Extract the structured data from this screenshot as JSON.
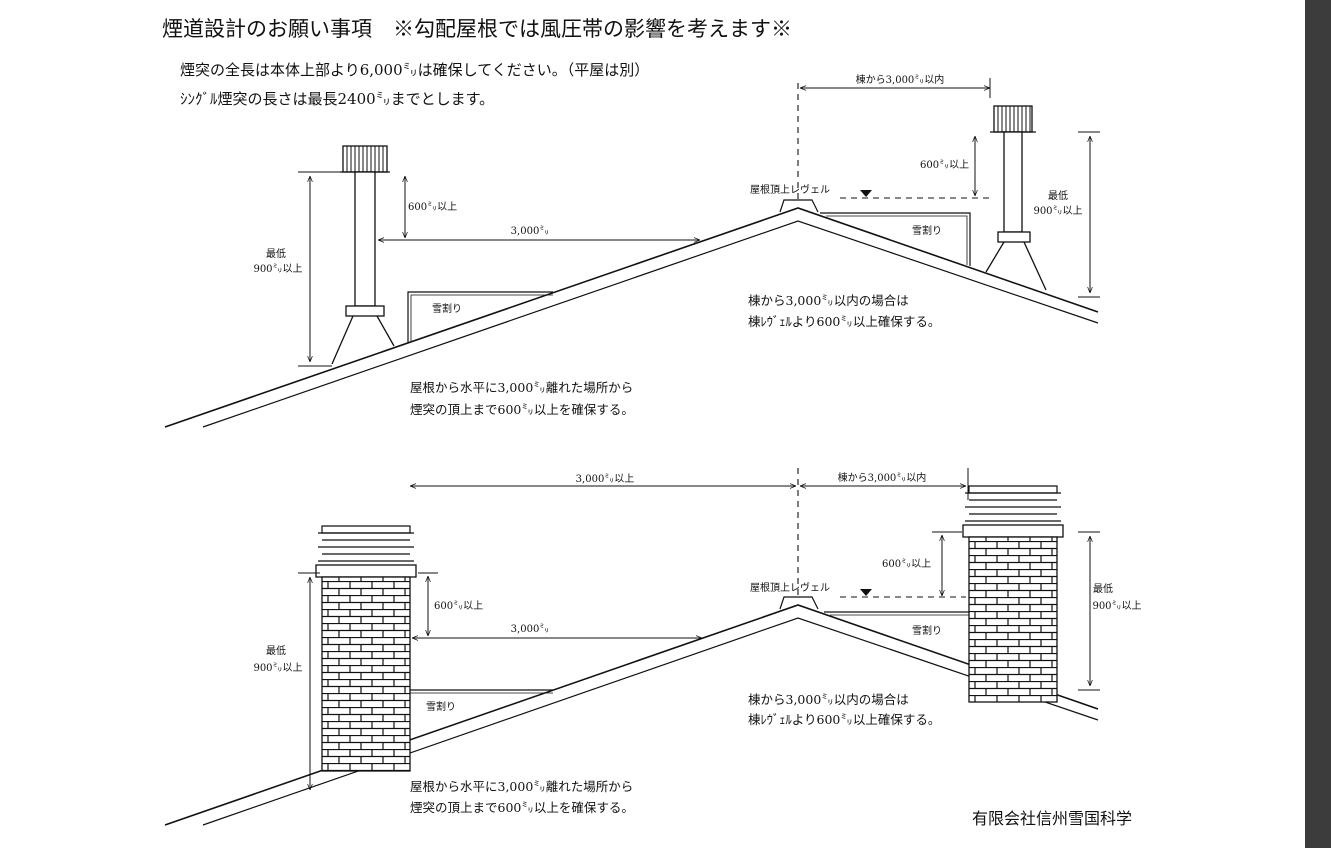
{
  "document": {
    "title": "煙道設計のお願い事項　※勾配屋根では風圧帯の影響を考えます※",
    "note_line1": "煙突の全長は本体上部より6,000㍉は確保してください。（平屋は別）",
    "note_line2": "ｼﾝｸﾞﾙ煙突の長さは最長2400㍉までとします。",
    "company": "有限会社信州雪国科学"
  },
  "top_diagram": {
    "left_600": "600㍉以上",
    "min_line1": "最低",
    "min_line2": "900㍉以上",
    "horizontal_3000": "3,000㍉",
    "snow_guard_left": "雪割り",
    "snow_guard_right": "雪割り",
    "ridge_level": "屋根頂上レヴェル",
    "from_ridge": "棟から3,000㍉以内",
    "right_600": "600㍉以上",
    "right_min_line1": "最低",
    "right_min_line2": "900㍉以上",
    "caption_right_line1": "棟から3,000㍉以内の場合は",
    "caption_right_line2": "棟ﾚｳﾞｪﾙより600㍉以上確保する。",
    "caption_left_line1": "屋根から水平に3,000㍉離れた場所から",
    "caption_left_line2": "煙突の頂上まで600㍉以上を確保する。"
  },
  "bottom_diagram": {
    "span_3000_above": "3,000㍉以上",
    "from_ridge": "棟から3,000㍉以内",
    "left_600": "600㍉以上",
    "horizontal_3000": "3,000㍉",
    "min_line1": "最低",
    "min_line2": "900㍉以上",
    "snow_guard_left": "雪割り",
    "snow_guard_right": "雪割り",
    "ridge_level": "屋根頂上レヴェル",
    "right_600": "600㍉以上",
    "right_min_line1": "最低",
    "right_min_line2": "900㍉以上",
    "caption_right_line1": "棟から3,000㍉以内の場合は",
    "caption_right_line2": "棟ﾚｳﾞｪﾙより600㍉以上確保する。",
    "caption_left_line1": "屋根から水平に3,000㍉離れた場所から",
    "caption_left_line2": "煙突の頂上まで600㍉以上を確保する。"
  }
}
